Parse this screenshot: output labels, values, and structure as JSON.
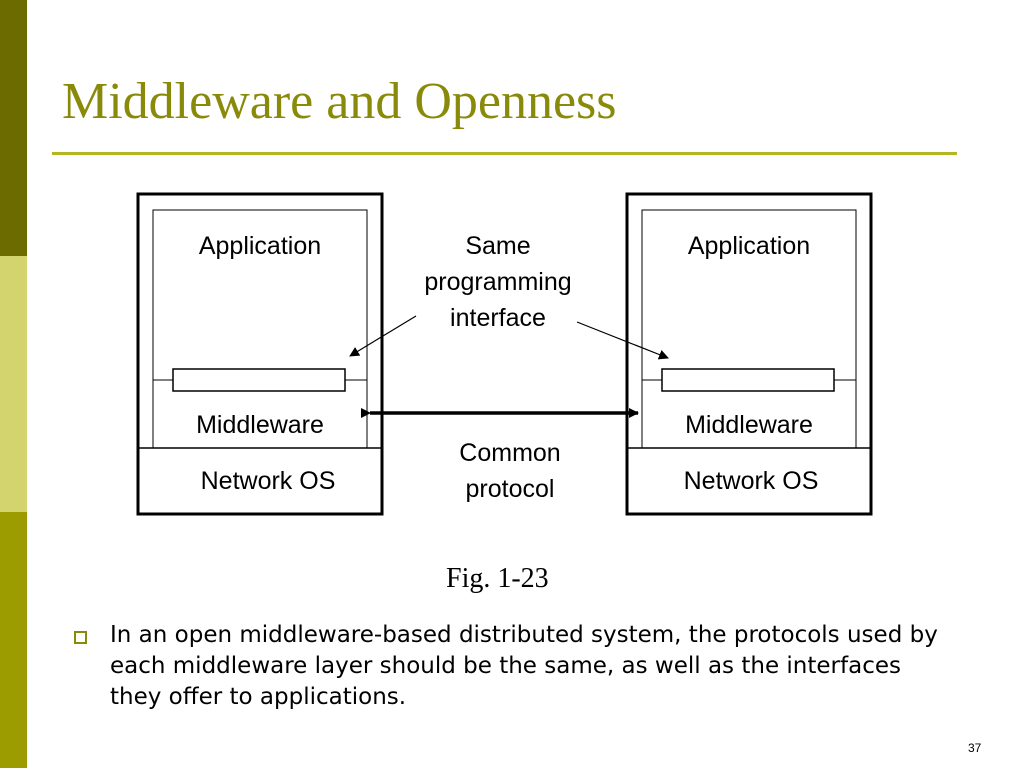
{
  "slide": {
    "title": "Middleware and Openness",
    "figure_caption": "Fig. 1-23",
    "bullet": "In an open middleware-based distributed system, the protocols used by each middleware layer should be the same, as well as the interfaces they offer to applications.",
    "page_number": "37"
  },
  "diagram": {
    "left_stack": {
      "application": "Application",
      "middleware": "Middleware",
      "network_os": "Network OS"
    },
    "right_stack": {
      "application": "Application",
      "middleware": "Middleware",
      "network_os": "Network OS"
    },
    "interface_label": [
      "Same",
      "programming",
      "interface"
    ],
    "protocol_label": [
      "Common",
      "protocol"
    ]
  },
  "colors": {
    "title": "#8a8a0a",
    "rule": "#b6b620",
    "sidebar": [
      "#6b6b00",
      "#d4d46e",
      "#9c9c00"
    ]
  }
}
